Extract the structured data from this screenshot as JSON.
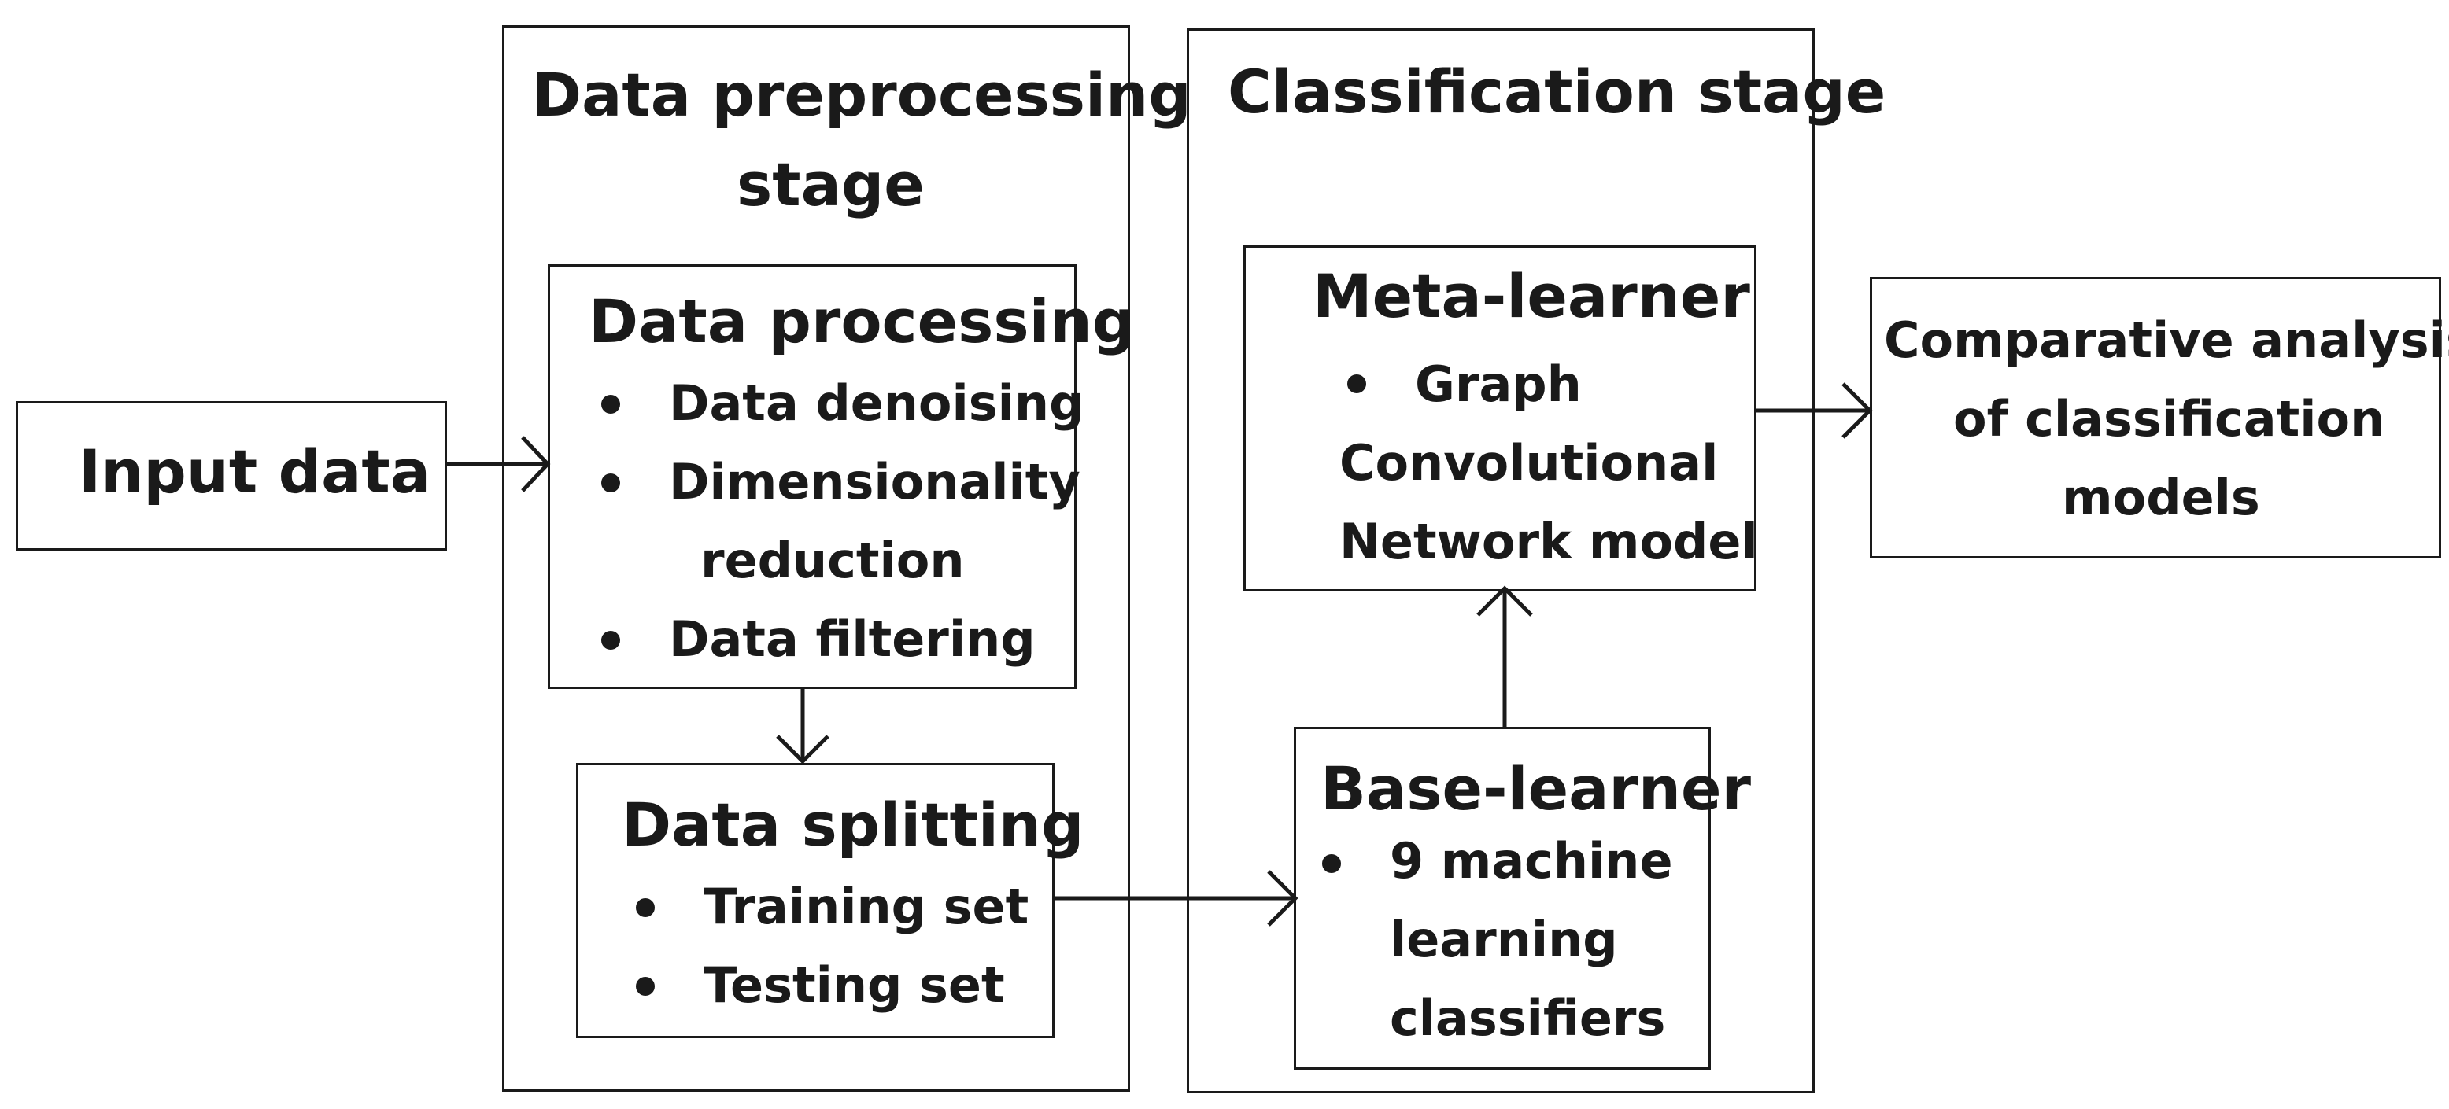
{
  "input": {
    "label": "Input data"
  },
  "preprocessing": {
    "title_line1": "Data preprocessing",
    "title_line2": "stage",
    "processing": {
      "title": "Data processing",
      "items": [
        "Data denoising",
        "Dimensionality",
        "reduction",
        "Data filtering"
      ]
    },
    "splitting": {
      "title": "Data splitting",
      "items": [
        "Training set",
        "Testing set"
      ]
    }
  },
  "classification": {
    "title": "Classification stage",
    "meta": {
      "title": "Meta-learner",
      "lines": [
        "Graph",
        "Convolutional",
        "Network model"
      ]
    },
    "base": {
      "title": "Base-learner",
      "lines": [
        "9 machine",
        "learning",
        "classifiers"
      ]
    }
  },
  "output": {
    "lines": [
      "Comparative analysis",
      "of classification",
      "models"
    ]
  }
}
